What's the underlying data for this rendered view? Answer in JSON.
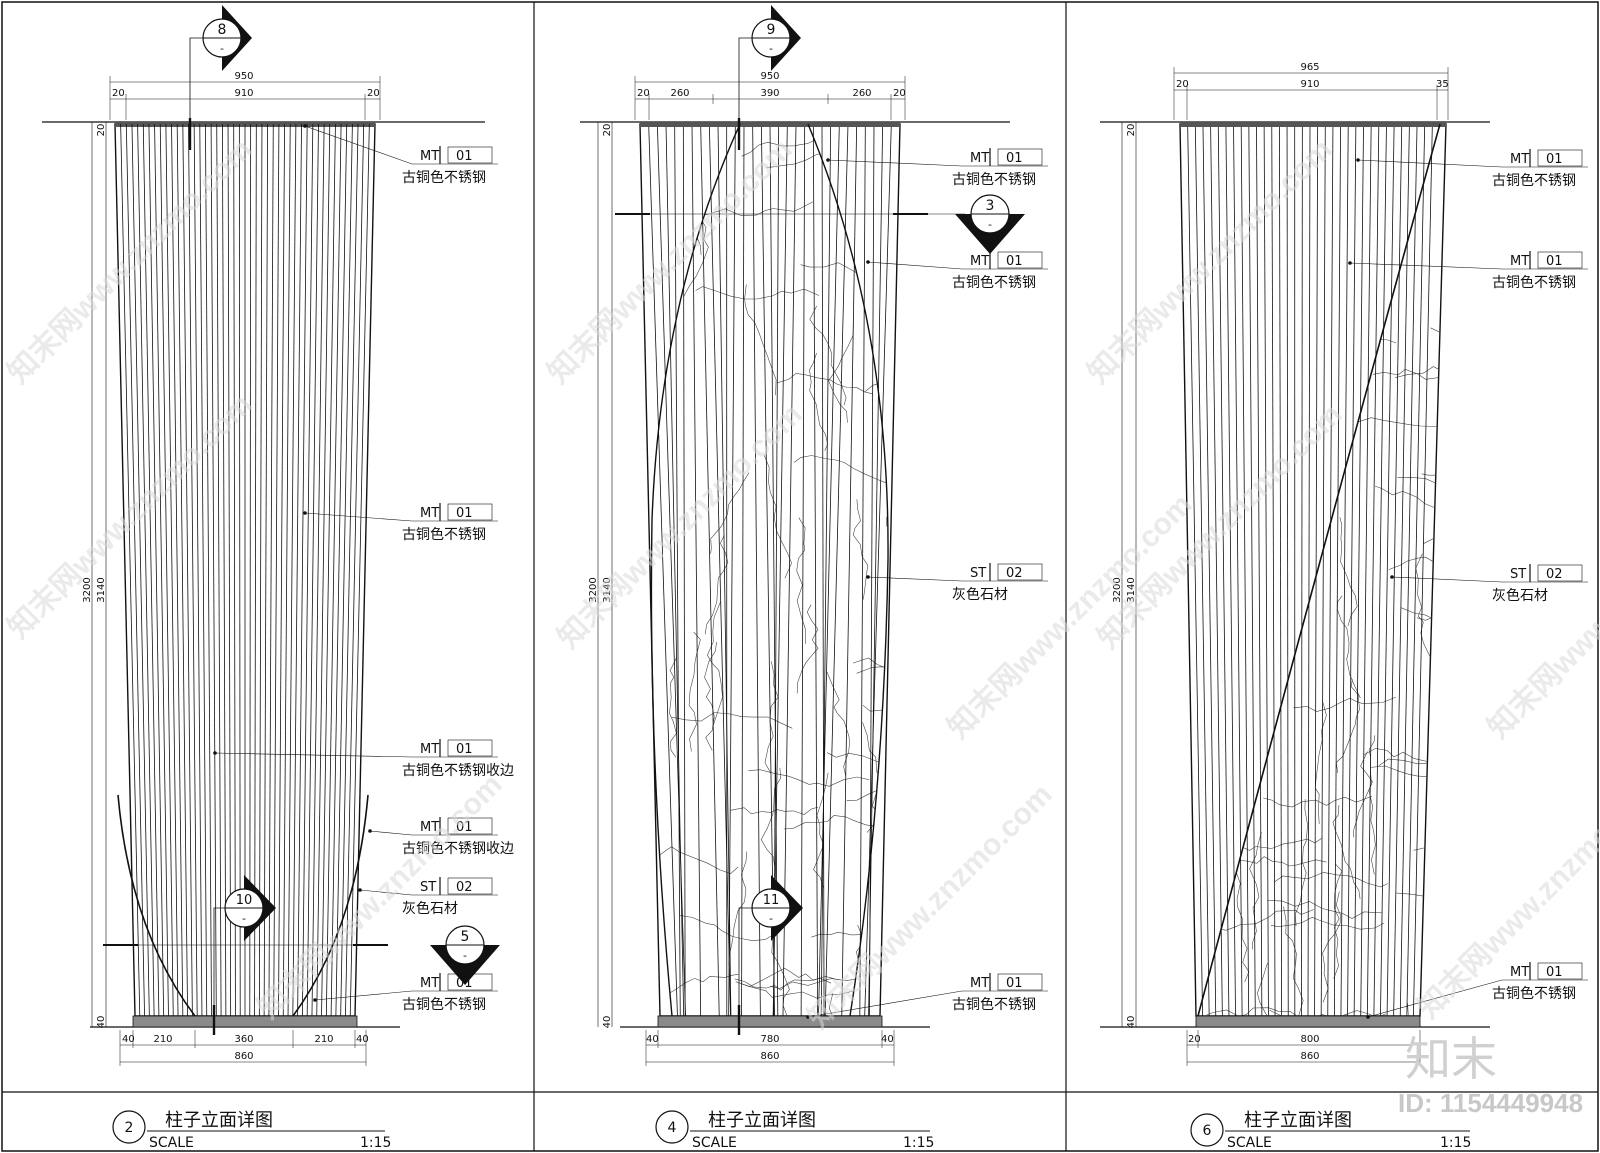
{
  "panels": [
    {
      "id": "2",
      "title": "柱子立面详图",
      "scale_label": "SCALE",
      "scale": "1:15",
      "dims_top": [
        "950",
        "20",
        "910",
        "20"
      ],
      "dims_bottom": [
        "40",
        "210",
        "360",
        "210",
        "40",
        "860"
      ],
      "dims_side": [
        "3200",
        "3140",
        "20",
        "40"
      ],
      "section_marks": [
        {
          "num": "8",
          "sub": "-"
        },
        {
          "num": "10",
          "sub": "-"
        },
        {
          "num": "5",
          "sub": "-"
        }
      ],
      "labels": [
        {
          "code": "MT",
          "num": "01",
          "text": "古铜色不锈钢"
        },
        {
          "code": "MT",
          "num": "01",
          "text": "古铜色不锈钢"
        },
        {
          "code": "MT",
          "num": "01",
          "text": "古铜色不锈钢收边"
        },
        {
          "code": "MT",
          "num": "01",
          "text": "古铜色不锈钢收边"
        },
        {
          "code": "ST",
          "num": "02",
          "text": "灰色石材"
        },
        {
          "code": "MT",
          "num": "01",
          "text": "古铜色不锈钢"
        }
      ]
    },
    {
      "id": "4",
      "title": "柱子立面详图",
      "scale_label": "SCALE",
      "scale": "1:15",
      "dims_top": [
        "950",
        "20",
        "260",
        "390",
        "260",
        "20"
      ],
      "dims_bottom": [
        "40",
        "780",
        "40",
        "860"
      ],
      "dims_side": [
        "3200",
        "3140",
        "20",
        "40"
      ],
      "section_marks": [
        {
          "num": "9",
          "sub": "-"
        },
        {
          "num": "3",
          "sub": "-"
        },
        {
          "num": "11",
          "sub": "-"
        }
      ],
      "labels": [
        {
          "code": "MT",
          "num": "01",
          "text": "古铜色不锈钢"
        },
        {
          "code": "MT",
          "num": "01",
          "text": "古铜色不锈钢"
        },
        {
          "code": "ST",
          "num": "02",
          "text": "灰色石材"
        },
        {
          "code": "MT",
          "num": "01",
          "text": "古铜色不锈钢"
        }
      ]
    },
    {
      "id": "6",
      "title": "柱子立面详图",
      "scale_label": "SCALE",
      "scale": "1:15",
      "dims_top": [
        "965",
        "20",
        "910",
        "35"
      ],
      "dims_bottom": [
        "20",
        "800",
        "860"
      ],
      "dims_side": [
        "3200",
        "3140",
        "20",
        "40"
      ],
      "section_marks": [],
      "labels": [
        {
          "code": "MT",
          "num": "01",
          "text": "古铜色不锈钢"
        },
        {
          "code": "MT",
          "num": "01",
          "text": "古铜色不锈钢"
        },
        {
          "code": "ST",
          "num": "02",
          "text": "灰色石材"
        },
        {
          "code": "MT",
          "num": "01",
          "text": "古铜色不锈钢"
        }
      ]
    }
  ],
  "watermark": "知末网www.znzmo.com",
  "logo": "知末",
  "id_text": "ID: 1154449948",
  "colors": {
    "line": "#111111",
    "watermark": "#d9d9d9",
    "base": "#888888"
  }
}
